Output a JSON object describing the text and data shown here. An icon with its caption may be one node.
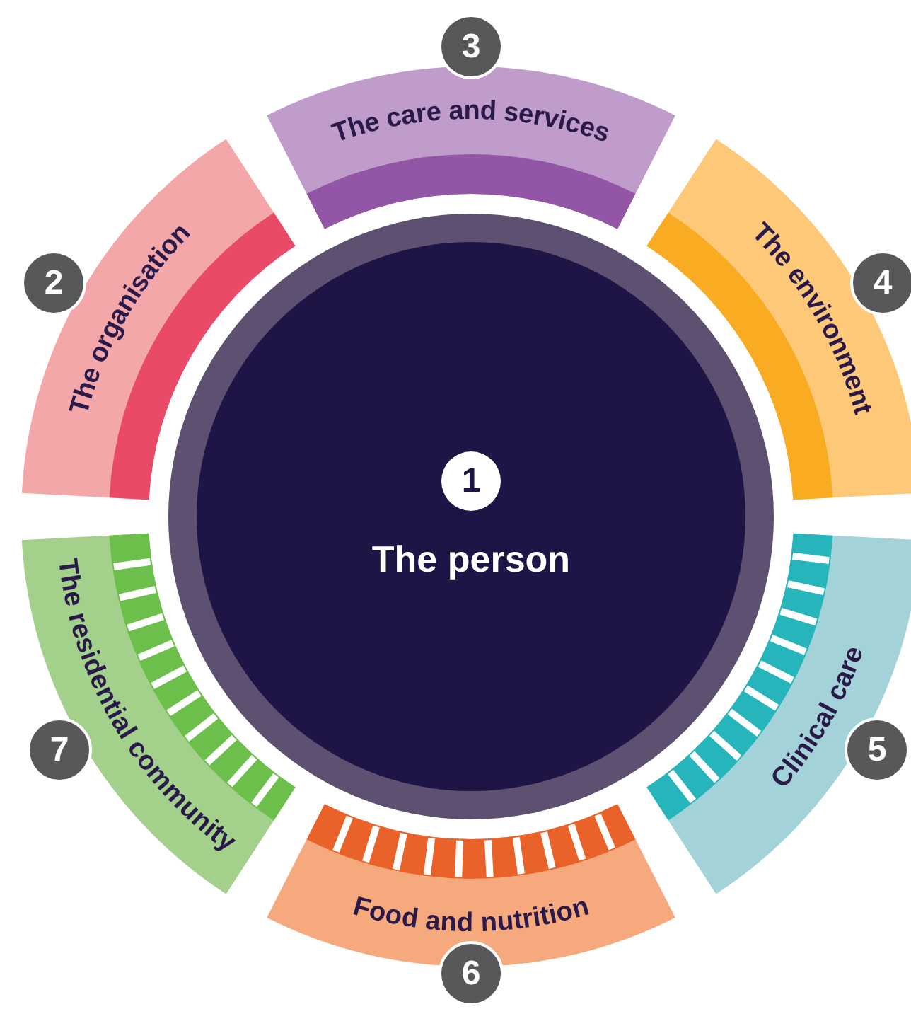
{
  "diagram": {
    "nodes": [
      {
        "text": [
          "The person"
        ]
      },
      {
        "text": [
          "1"
        ],
        "in": 0
      },
      {
        "text": [
          "The care and services"
        ]
      },
      {
        "text": [
          "3"
        ]
      },
      {
        "text": [
          "The organisation"
        ]
      },
      {
        "text": [
          "2"
        ]
      },
      {
        "text": [
          "The environment"
        ]
      },
      {
        "text": [
          "4"
        ]
      },
      {
        "text": [
          "The residential community"
        ]
      },
      {
        "text": [
          "7"
        ]
      },
      {
        "text": [
          "Clinical care"
        ]
      },
      {
        "text": [
          "5"
        ]
      },
      {
        "text": [
          "Food and nutrition"
        ]
      },
      {
        "text": [
          "6"
        ]
      }
    ],
    "edges": []
  }
}
